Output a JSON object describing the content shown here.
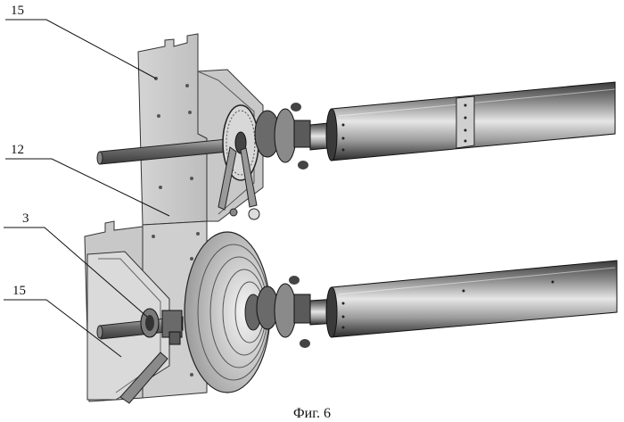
{
  "figure": {
    "caption": "Фиг. 6",
    "labels": {
      "upper_plate": "15",
      "shaft_upper": "12",
      "bearing_lower": "3",
      "lower_plate": "15"
    }
  }
}
